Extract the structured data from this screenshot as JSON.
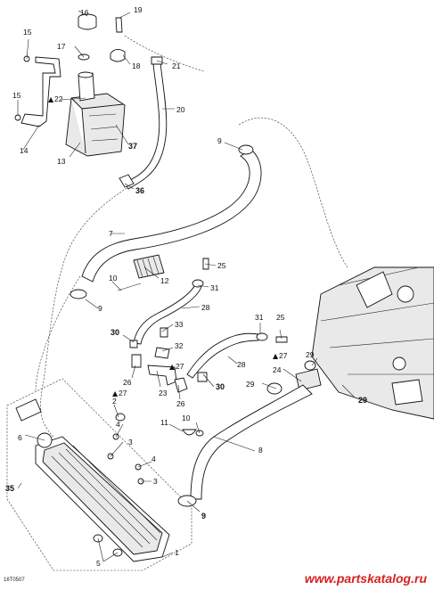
{
  "diagram": {
    "callouts": [
      {
        "id": "c16",
        "text": "16"
      },
      {
        "id": "c19",
        "text": "19"
      },
      {
        "id": "c15a",
        "text": "15"
      },
      {
        "id": "c17",
        "text": "17"
      },
      {
        "id": "c18",
        "text": "18"
      },
      {
        "id": "c21",
        "text": "21"
      },
      {
        "id": "c22",
        "text": "22"
      },
      {
        "id": "c15b",
        "text": "15"
      },
      {
        "id": "c20",
        "text": "20"
      },
      {
        "id": "c37",
        "text": "37"
      },
      {
        "id": "c14",
        "text": "14"
      },
      {
        "id": "c13",
        "text": "13"
      },
      {
        "id": "c9a",
        "text": "9"
      },
      {
        "id": "c36",
        "text": "36"
      },
      {
        "id": "c7",
        "text": "7"
      },
      {
        "id": "c25a",
        "text": "25"
      },
      {
        "id": "c12",
        "text": "12"
      },
      {
        "id": "c31a",
        "text": "31"
      },
      {
        "id": "c10",
        "text": "10"
      },
      {
        "id": "c9b",
        "text": "9"
      },
      {
        "id": "c28a",
        "text": "28"
      },
      {
        "id": "c33",
        "text": "33"
      },
      {
        "id": "c31b",
        "text": "31"
      },
      {
        "id": "c25b",
        "text": "25"
      },
      {
        "id": "c30a",
        "text": "30"
      },
      {
        "id": "c32",
        "text": "32"
      },
      {
        "id": "c27a",
        "text": "27"
      },
      {
        "id": "c26a",
        "text": "26"
      },
      {
        "id": "c27b",
        "text": "27"
      },
      {
        "id": "c28b",
        "text": "28"
      },
      {
        "id": "c24",
        "text": "24"
      },
      {
        "id": "c29a",
        "text": "29"
      },
      {
        "id": "c23",
        "text": "23"
      },
      {
        "id": "c27c",
        "text": "27"
      },
      {
        "id": "c30b",
        "text": "30"
      },
      {
        "id": "c29b",
        "text": "29"
      },
      {
        "id": "c29c",
        "text": "29"
      },
      {
        "id": "c26b",
        "text": "26"
      },
      {
        "id": "c2",
        "text": "2"
      },
      {
        "id": "c11",
        "text": "11"
      },
      {
        "id": "c10b",
        "text": "10"
      },
      {
        "id": "c6",
        "text": "6"
      },
      {
        "id": "c4a",
        "text": "4"
      },
      {
        "id": "c3a",
        "text": "3"
      },
      {
        "id": "c8",
        "text": "8"
      },
      {
        "id": "c35",
        "text": "35"
      },
      {
        "id": "c4b",
        "text": "4"
      },
      {
        "id": "c3b",
        "text": "3"
      },
      {
        "id": "c9c",
        "text": "9"
      },
      {
        "id": "c5",
        "text": "5"
      },
      {
        "id": "c1",
        "text": "1"
      }
    ],
    "reference_code": "16T0507",
    "watermark": "www.partskatalog.ru"
  }
}
